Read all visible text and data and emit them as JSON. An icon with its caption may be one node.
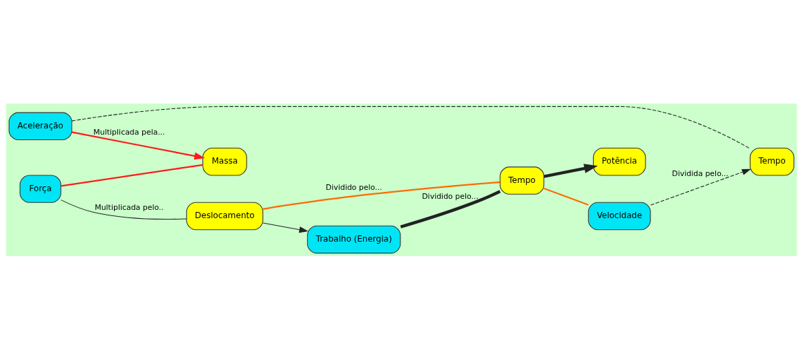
{
  "diagram": {
    "nodes": [
      {
        "text": [
          "Trabalho (Energia)"
        ]
      },
      {
        "text": [
          "Deslocamento"
        ]
      },
      {
        "text": [
          "Força"
        ]
      },
      {
        "text": [
          "Massa"
        ]
      },
      {
        "text": [
          "Tempo"
        ]
      },
      {
        "text": [
          "Aceleração"
        ]
      },
      {
        "text": [
          "Tempo"
        ]
      },
      {
        "text": [
          "Velocidade"
        ]
      },
      {
        "text": [
          "Potência"
        ]
      }
    ],
    "edges": [
      {
        "from": 2,
        "to": 1,
        "arrow": "none",
        "label": "Multiplicada pelo.."
      },
      {
        "from": 1,
        "to": 0,
        "arrow": "to"
      },
      {
        "from": 2,
        "to": 3,
        "arrow": "none",
        "color": "#ff1a1a"
      },
      {
        "from": 5,
        "to": 3,
        "arrow": "to",
        "label": "Multiplicada pela...",
        "color": "#ff1a1a"
      },
      {
        "from": 1,
        "to": 4,
        "arrow": "none",
        "label": "Dividido pelo...",
        "color": "#ff6a00"
      },
      {
        "from": 0,
        "to": 4,
        "arrow": "none",
        "label": "Dividido pelo...",
        "style": "thick"
      },
      {
        "from": 4,
        "to": 8,
        "arrow": "to",
        "style": "thick"
      },
      {
        "from": 4,
        "to": 7,
        "arrow": "none",
        "color": "#ff6a00"
      },
      {
        "from": 5,
        "to": 6,
        "arrow": "none",
        "style": "dashed"
      },
      {
        "from": 7,
        "to": 6,
        "arrow": "to",
        "label": "Dividida pelo...",
        "style": "dashed"
      }
    ]
  }
}
